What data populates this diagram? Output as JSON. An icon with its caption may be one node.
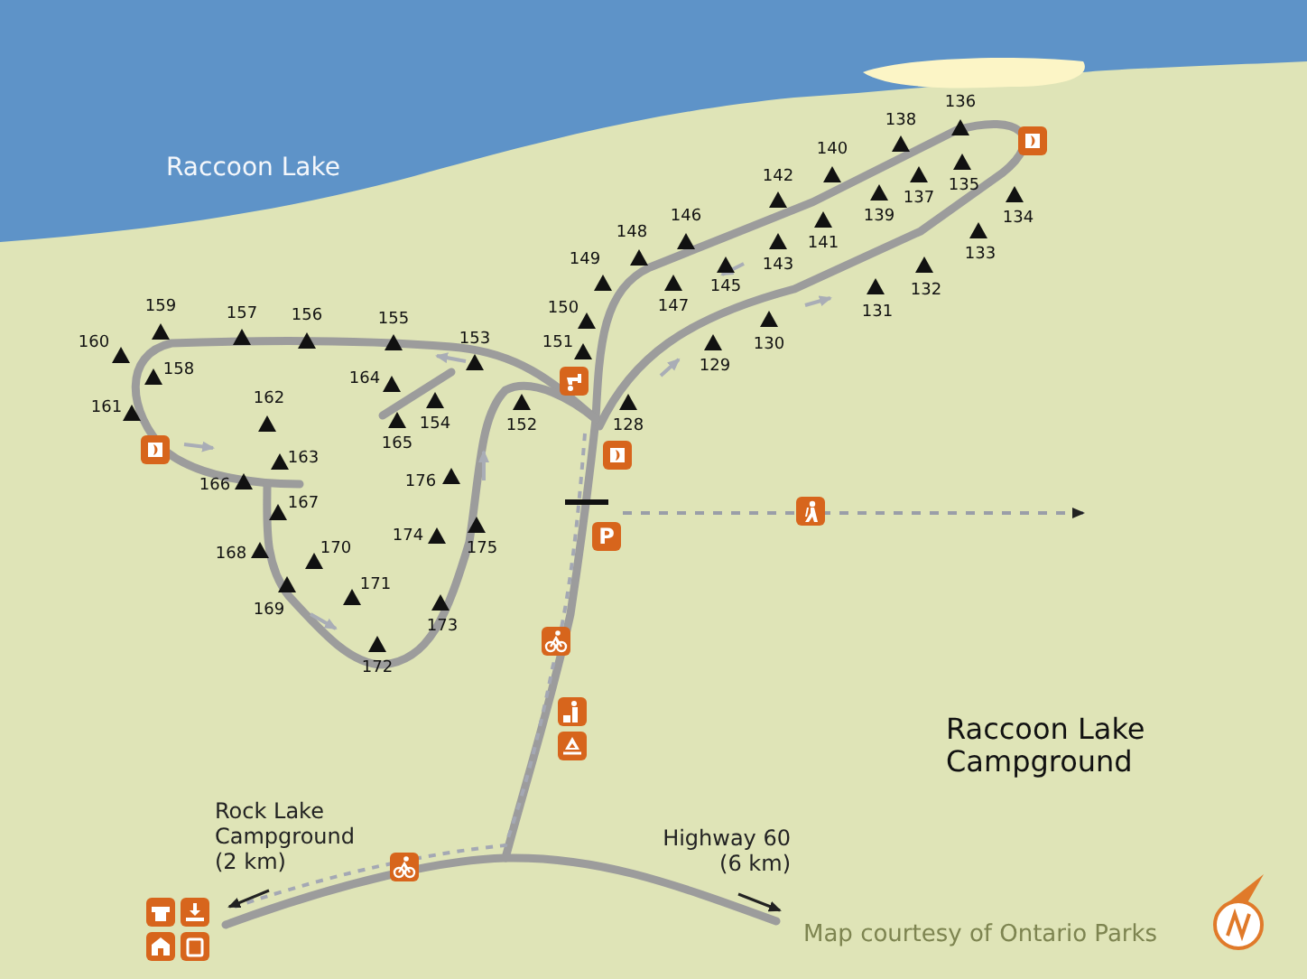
{
  "diagram": {
    "title": "Raccoon Lake Campground",
    "labels": [
      "Raccoon Lake",
      "136",
      "138",
      "140",
      "142",
      "146",
      "148",
      "149",
      "150",
      "151",
      "137",
      "135",
      "139",
      "141",
      "143",
      "145",
      "147",
      "134",
      "133",
      "132",
      "131",
      "130",
      "129",
      "128",
      "159",
      "157",
      "156",
      "155",
      "153",
      "160",
      "158",
      "161",
      "162",
      "164",
      "154",
      "165",
      "152",
      "163",
      "166",
      "176",
      "167",
      "174",
      "175",
      "168",
      "170",
      "169",
      "171",
      "173",
      "172",
      "P",
      "Rock Lake Campground (2 km)",
      "Highway 60 (6 km)",
      "Map courtesy of Ontario Parks"
    ]
  }
}
